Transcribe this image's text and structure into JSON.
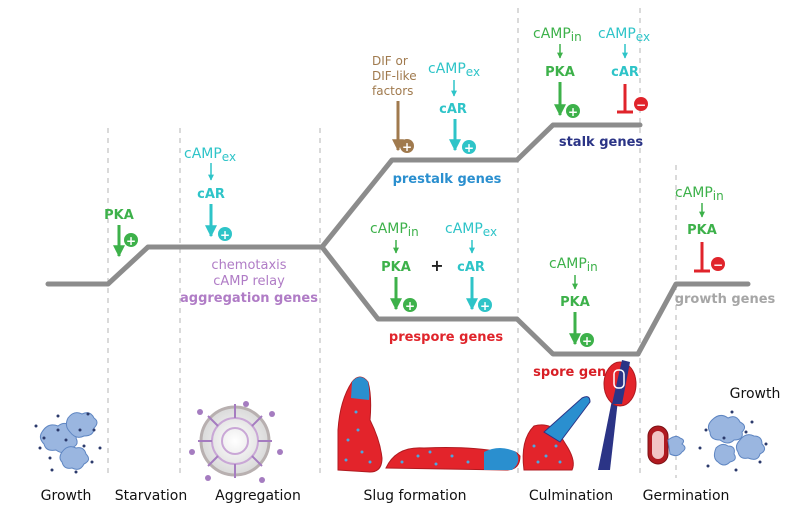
{
  "colors": {
    "path": "#8c8c8c",
    "pka": "#3db14a",
    "car": "#2ec4c8",
    "dif": "#a07a4e",
    "aggregation": "#b07cc6",
    "prestalk": "#2a8fcf",
    "stalk": "#2b3486",
    "prespore": "#e0242b",
    "spore": "#d81f26",
    "inhibit": "#e0242b",
    "growth_genes": "#a6a6a6"
  },
  "stages": [
    "Growth",
    "Starvation",
    "Aggregation",
    "Slug formation",
    "Culmination",
    "Germination",
    "Growth"
  ],
  "genes": {
    "aggregation": [
      "chemotaxis",
      "cAMP relay",
      "aggregation genes"
    ],
    "prestalk": "prestalk genes",
    "stalk": "stalk genes",
    "prespore": "prespore genes",
    "spore": "spore genes",
    "growth": "growth genes"
  },
  "signals": {
    "pka": "PKA",
    "car": "cAR",
    "camp": "cAMP",
    "sub_ex": "ex",
    "sub_in": "in",
    "dif": [
      "DIF or",
      "DIF-like",
      "factors"
    ],
    "plus_sign": "+"
  },
  "regulation": {
    "activate": "+",
    "inhibit": "−"
  }
}
